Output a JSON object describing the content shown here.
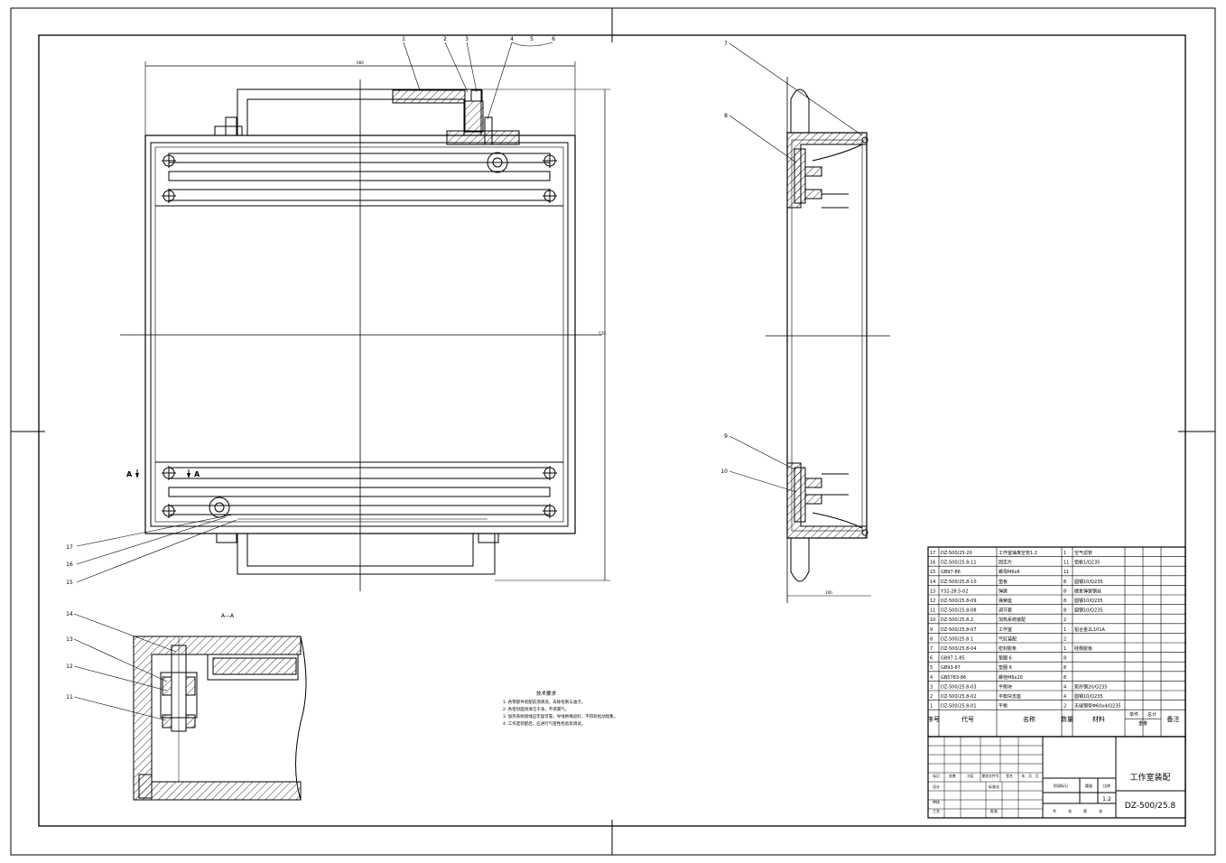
{
  "title_block": {
    "drawing_name": "工作室装配",
    "drawing_number": "DZ-500/25.8",
    "scale": "1:2",
    "header_cells": [
      "标记",
      "处数",
      "分区",
      "更改文件号",
      "签名",
      "年、月、日"
    ],
    "row_labels": [
      "设计",
      "标准化",
      "审核",
      "工艺",
      "批准"
    ],
    "stage_labels": [
      "阶段标记",
      "重量",
      "比例"
    ],
    "bottom_labels": [
      "共",
      "张",
      "第",
      "张"
    ]
  },
  "bom_header": {
    "seq": "序号",
    "code": "代号",
    "name": "名称",
    "qty": "数量",
    "material": "材料",
    "unit_weight": "单件",
    "total_weight": "总计",
    "weight": "重量",
    "remark": "备注"
  },
  "bom_rows": [
    {
      "seq": "17",
      "code": "DZ-500/25-20",
      "name": "工作室抽真空管1.2",
      "qty": "1",
      "material": "空气滤管"
    },
    {
      "seq": "16",
      "code": "DZ-500/25.8-11",
      "name": "固定片",
      "qty": "11",
      "material": "铝板1/Q235"
    },
    {
      "seq": "15",
      "code": "GB97-86",
      "name": "螺母M6x6",
      "qty": "11",
      "material": ""
    },
    {
      "seq": "14",
      "code": "DZ-500/25.8-10",
      "name": "垫板",
      "qty": "8",
      "material": "圆钢10/Q235"
    },
    {
      "seq": "13",
      "code": "Y32-28.5-02",
      "name": "弹簧",
      "qty": "8",
      "material": "碳素弹簧钢丝"
    },
    {
      "seq": "12",
      "code": "DZ-500/25.8-09",
      "name": "弹簧座",
      "qty": "8",
      "material": "圆钢10/Q235"
    },
    {
      "seq": "11",
      "code": "DZ-500/25.8-08",
      "name": "调节套",
      "qty": "8",
      "material": "圆钢10/Q235"
    },
    {
      "seq": "10",
      "code": "DZ-500/25.8.2",
      "name": "加热系统装配",
      "qty": "2",
      "material": ""
    },
    {
      "seq": "9",
      "code": "DZ-500/25.8-07",
      "name": "工作室",
      "qty": "1",
      "material": "铝合金2L101A"
    },
    {
      "seq": "8",
      "code": "DZ-500/25.8.1",
      "name": "气缸装配",
      "qty": "2",
      "material": ""
    },
    {
      "seq": "7",
      "code": "DZ-500/25.8-04",
      "name": "密封胶条",
      "qty": "1",
      "material": "硅橡胶板"
    },
    {
      "seq": "6",
      "code": "GB97.1-85",
      "name": "垫圈 6",
      "qty": "8",
      "material": ""
    },
    {
      "seq": "5",
      "code": "GB93-87",
      "name": "垫圈 6",
      "qty": "8",
      "material": ""
    },
    {
      "seq": "4",
      "code": "GB5783-86",
      "name": "螺栓M6x20",
      "qty": "8",
      "material": ""
    },
    {
      "seq": "3",
      "code": "DZ-500/25.8-03",
      "name": "平衡块",
      "qty": "4",
      "material": "矩形钢20/Q235"
    },
    {
      "seq": "2",
      "code": "DZ-500/25.8-02",
      "name": "平衡块支座",
      "qty": "4",
      "material": "圆钢10/Q235"
    },
    {
      "seq": "1",
      "code": "DZ-500/25.8-01",
      "name": "平衡",
      "qty": "2",
      "material": "无缝钢管Φ60x4/Q235"
    }
  ],
  "tech_notes": {
    "title": "技术要求",
    "items": [
      "1. 各零部件装配前须清洗，去除毛刺与油污。",
      "2. 各密封面须清洁干净，不得漏气。",
      "3. 加热系统接线应牢固可靠，导线绝缘良好，不得有松动现象。",
      "4. 工作室装配后，应进行气密性检验及调试。"
    ]
  },
  "front_view_callouts": [
    "1",
    "2",
    "3",
    "4",
    "5",
    "6"
  ],
  "left_callouts": [
    "17",
    "16",
    "15"
  ],
  "side_view_callouts": [
    "7",
    "8",
    "9",
    "10"
  ],
  "detail_callouts": [
    "14",
    "13",
    "12",
    "11"
  ],
  "section_marks": {
    "left": "A",
    "right": "A",
    "detail_label": "A—A"
  },
  "dimension_labels": {
    "top_width": "660",
    "right_height": "570",
    "side_width": "100"
  }
}
